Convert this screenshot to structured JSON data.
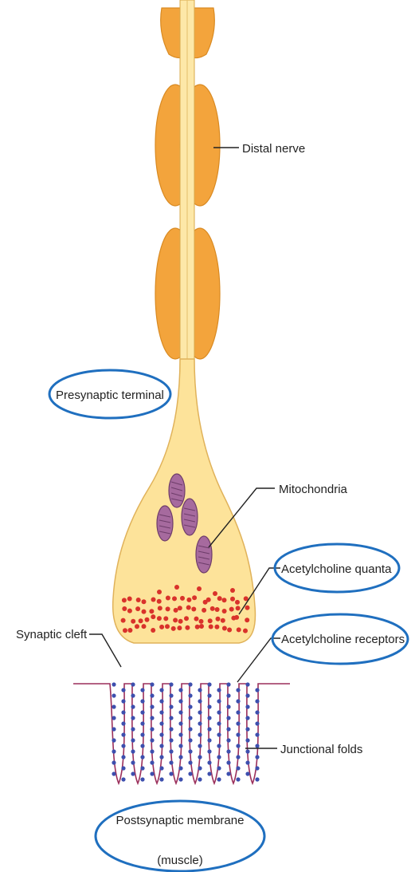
{
  "labels": {
    "distal_nerve": "Distal nerve",
    "presynaptic_terminal": "Presynaptic terminal",
    "mitochondria": "Mitochondria",
    "acetylcholine_quanta": "Acetylcholine quanta",
    "synaptic_cleft": "Synaptic cleft",
    "acetylcholine_receptors": "Acetylcholine receptors",
    "junctional_folds": "Junctional folds",
    "postsynaptic_membrane_line1": "Postsynaptic membrane",
    "postsynaptic_membrane_line2": "(muscle)"
  },
  "colors": {
    "myelin": "#f3a43c",
    "myelin_edge": "#d98a22",
    "axon": "#fde8a8",
    "terminal_fill": "#fde39a",
    "terminal_edge": "#e0b25a",
    "mitochondria": "#a66a9e",
    "mitochondria_edge": "#6e3d6a",
    "quanta": "#d9322b",
    "receptor": "#3d4fae",
    "membrane": "#9b2f5b",
    "highlight_circle": "#1f6fbf"
  }
}
